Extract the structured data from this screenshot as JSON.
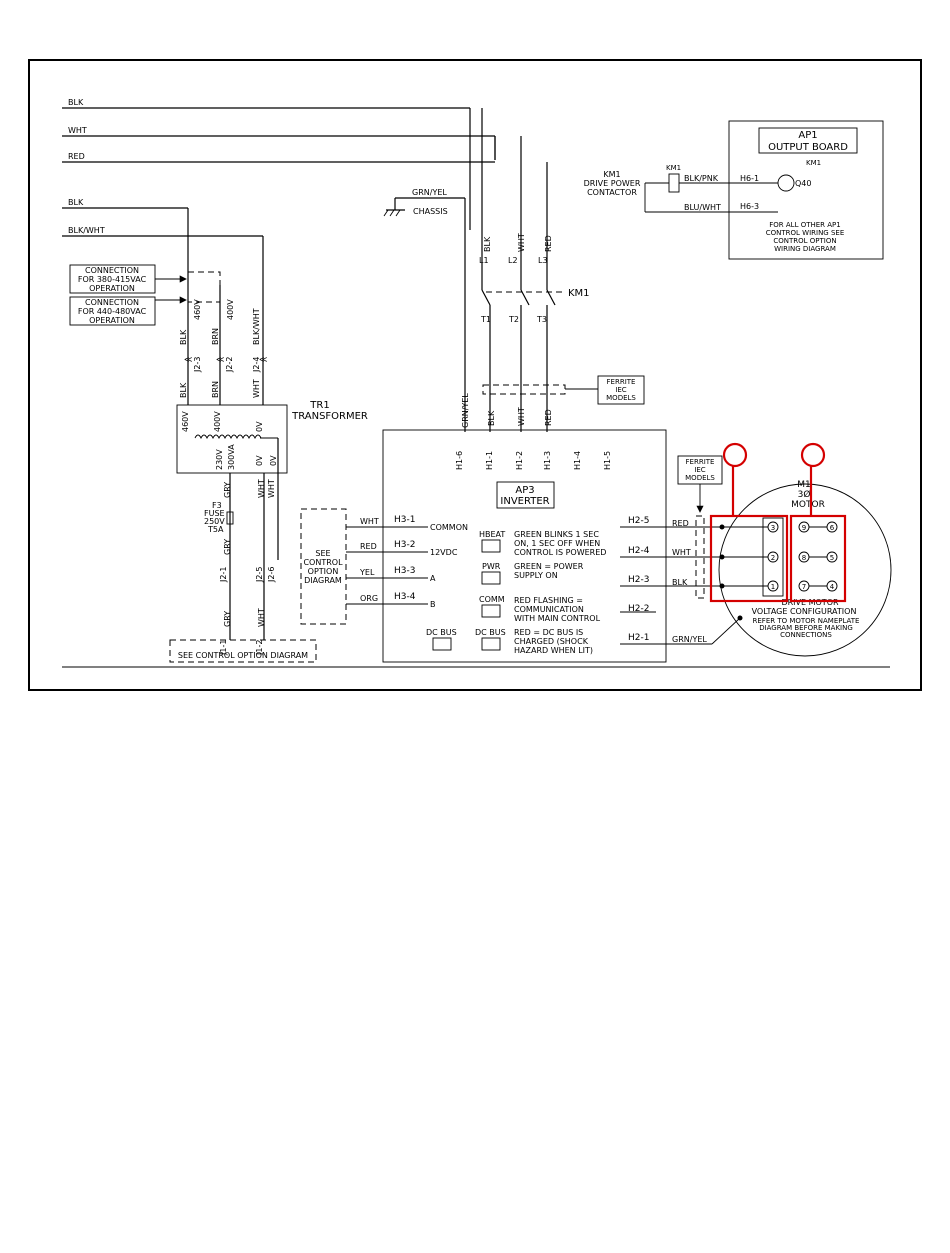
{
  "supply_wires": [
    "BLK",
    "WHT",
    "RED",
    "BLK",
    "BLK/WHT"
  ],
  "chassis": {
    "wire": "GRN/YEL",
    "label": "CHASSIS"
  },
  "connection_boxes": [
    {
      "lines": [
        "CONNECTION",
        "FOR 380-415VAC",
        "OPERATION"
      ]
    },
    {
      "lines": [
        "CONNECTION",
        "FOR 440-480VAC",
        "OPERATION"
      ]
    }
  ],
  "tap_labels": [
    "460V",
    "400V",
    "BLK/WHT"
  ],
  "j2_top": [
    "J2-3",
    "J2-2",
    "J2-4"
  ],
  "j2_top_colors": [
    "BLK",
    "BRN",
    "WHT"
  ],
  "tr1": {
    "name": "TR1",
    "type": "TRANSFORMER",
    "primary": [
      "460V",
      "400V",
      "0V"
    ],
    "secondary": [
      "230V",
      "300VA",
      "0V",
      "0V"
    ],
    "sec_wire": "WHT"
  },
  "fuse": {
    "wire": "GRY",
    "lines": [
      "F3",
      "FUSE",
      "250V",
      "T5A"
    ]
  },
  "j2_bottom": [
    "J2-1",
    "J2-5",
    "J2-6"
  ],
  "j1_bottom": [
    "J1-1",
    "J1-2"
  ],
  "bottom_wires": [
    "GRY",
    "GRY",
    "WHT"
  ],
  "see_control_bottom": "SEE CONTROL OPTION DIAGRAM",
  "see_control_left": [
    "SEE",
    "CONTROL",
    "OPTION",
    "DIAGRAM"
  ],
  "km1": {
    "label": "KM1",
    "line_terms": [
      "L1",
      "L2",
      "L3"
    ],
    "load_terms": [
      "T1",
      "T2",
      "T3"
    ],
    "wires": [
      "BLK",
      "WHT",
      "RED"
    ],
    "coil_label": [
      "KM1",
      "DRIVE POWER",
      "CONTACTOR"
    ],
    "coil_tag": "KM1"
  },
  "ferrite_top": [
    "FERRITE",
    "IEC",
    "MODELS"
  ],
  "ferrite_right": [
    "FERRITE",
    "IEC",
    "MODELS"
  ],
  "ap1": {
    "title": [
      "AP1",
      "OUTPUT BOARD"
    ],
    "k_tag": "KM1",
    "q": "Q40",
    "h6": [
      "H6-1",
      "H6-3"
    ],
    "wires": [
      "BLK/PNK",
      "BLU/WHT"
    ],
    "note": [
      "FOR ALL OTHER AP1",
      "CONTROL WIRING SEE",
      "CONTROL OPTION",
      "WIRING DIAGRAM"
    ]
  },
  "ap3": {
    "title": [
      "AP3",
      "INVERTER"
    ],
    "h1": [
      "H1-6",
      "H1-1",
      "H1-2",
      "H1-3",
      "H1-4",
      "H1-5"
    ],
    "h1_wires": [
      "GRN/YEL",
      "BLK",
      "WHT",
      "RED"
    ],
    "h3": [
      {
        "term": "H3-1",
        "wire": "WHT",
        "sig": "COMMON"
      },
      {
        "term": "H3-2",
        "wire": "RED",
        "sig": "12VDC"
      },
      {
        "term": "H3-3",
        "wire": "YEL",
        "sig": "A"
      },
      {
        "term": "H3-4",
        "wire": "ORG",
        "sig": "B"
      }
    ],
    "leds": [
      {
        "name": "HBEAT",
        "desc": [
          "GREEN BLINKS 1 SEC",
          "ON, 1 SEC OFF WHEN",
          "CONTROL IS POWERED"
        ]
      },
      {
        "name": "PWR",
        "desc": [
          "GREEN = POWER",
          "SUPPLY ON"
        ]
      },
      {
        "name": "COMM",
        "desc": [
          "RED FLASHING =",
          "COMMUNICATION",
          "WITH MAIN CONTROL"
        ]
      },
      {
        "name": "DC BUS",
        "desc": [
          "RED = DC BUS IS",
          "CHARGED (SHOCK",
          "HAZARD WHEN LIT)"
        ]
      },
      {
        "name": "DC BUS",
        "desc": []
      }
    ],
    "h2": [
      {
        "term": "H2-5",
        "wire": "RED"
      },
      {
        "term": "H2-4",
        "wire": "WHT"
      },
      {
        "term": "H2-3",
        "wire": "BLK"
      },
      {
        "term": "H2-2",
        "wire": ""
      },
      {
        "term": "H2-1",
        "wire": "GRN/YEL"
      }
    ]
  },
  "motor": {
    "title": [
      "M1",
      "3Ø",
      "MOTOR"
    ],
    "left_terms": [
      "3",
      "2",
      "1"
    ],
    "right_terms": [
      [
        "9",
        "6"
      ],
      [
        "8",
        "5"
      ],
      [
        "7",
        "4"
      ]
    ],
    "caption": [
      "DRIVE MOTOR",
      "VOLTAGE CONFIGURATION"
    ],
    "note": [
      "REFER TO MOTOR NAMEPLATE",
      "DIAGRAM BEFORE MAKING",
      "CONNECTIONS"
    ]
  },
  "colors": {
    "highlight": "#d40000",
    "ink": "#000000"
  }
}
